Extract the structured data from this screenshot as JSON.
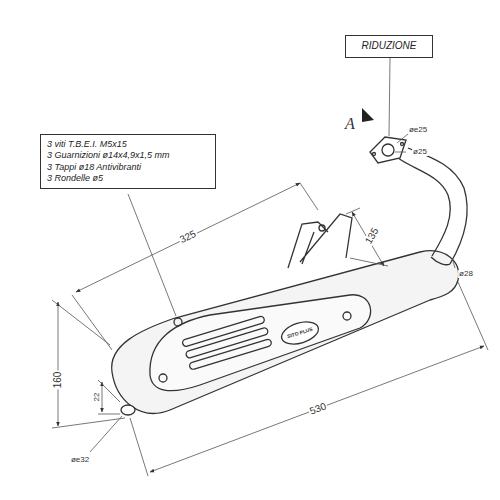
{
  "diagram": {
    "nodes": [
      {
        "text": [
          "RIDUZIONE"
        ]
      },
      {
        "text": [
          "3 viti T.B.E.I. M5x15",
          "3 Guarnizioni ø14x4,9x1,5 mm",
          "3 Tappi ø18 Antivibranti",
          "3 Rondelle ø5"
        ]
      }
    ],
    "labels": [
      "A",
      "øe25",
      "ø25",
      "ø28",
      "135",
      "325",
      "160",
      "22",
      "530",
      "øe32",
      "SITO PLUS"
    ]
  }
}
